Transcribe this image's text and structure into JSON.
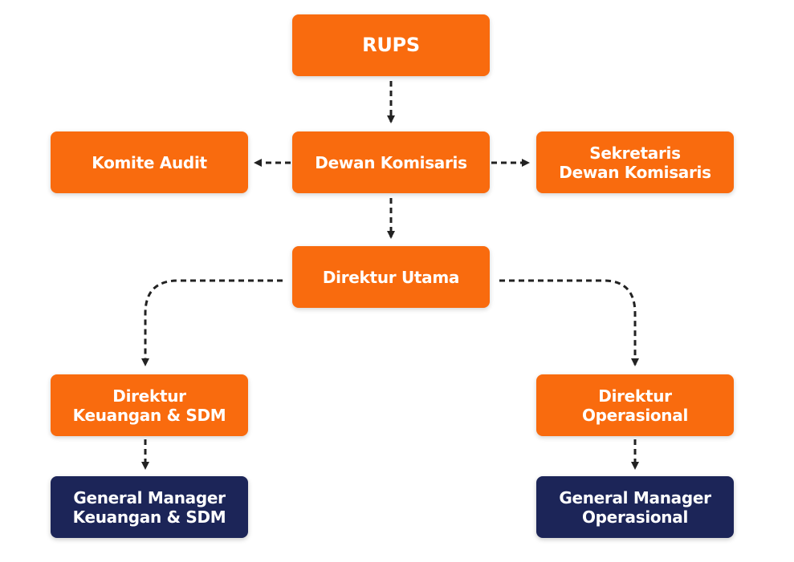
{
  "nodes": {
    "rups": {
      "lines": [
        "RUPS"
      ]
    },
    "dewan_komisaris": {
      "lines": [
        "Dewan Komisaris"
      ]
    },
    "komite_audit": {
      "lines": [
        "Komite Audit"
      ]
    },
    "sekretaris_dewan_komisaris": {
      "lines": [
        "Sekretaris",
        "Dewan Komisaris"
      ]
    },
    "direktur_utama": {
      "lines": [
        "Direktur Utama"
      ]
    },
    "direktur_keuangan_sdm": {
      "lines": [
        "Direktur",
        "Keuangan & SDM"
      ]
    },
    "direktur_operasional": {
      "lines": [
        "Direktur",
        "Operasional"
      ]
    },
    "gm_keuangan_sdm": {
      "lines": [
        "General Manager",
        "Keuangan & SDM"
      ]
    },
    "gm_operasional": {
      "lines": [
        "General Manager",
        "Operasional"
      ]
    }
  },
  "colors": {
    "primary_box": "#f96b0e",
    "secondary_box": "#1c2558",
    "box_text": "#ffffff",
    "connector": "#222222"
  }
}
